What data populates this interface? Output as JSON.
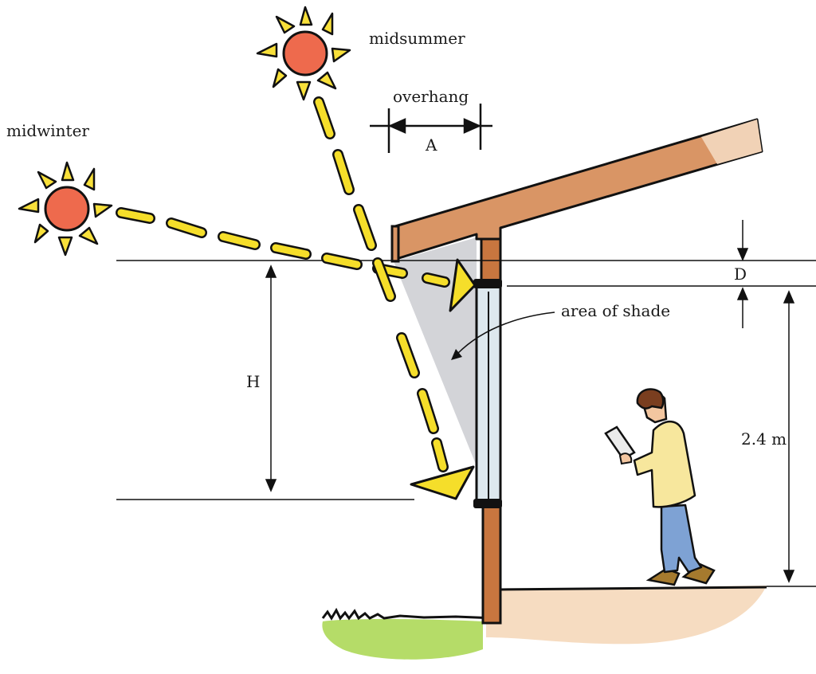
{
  "labels": {
    "midsummer": "midsummer",
    "midwinter": "midwinter",
    "overhang": "overhang",
    "a": "A",
    "d": "D",
    "h": "H",
    "shade": "area of shade",
    "height": "2.4 m"
  },
  "colors": {
    "sun_fill": "#ee6a4d",
    "sun_ray": "#f8e03a",
    "beam": "#f5de2a",
    "roof": "#d99565",
    "roof_light": "#f1d2b6",
    "wall": "#c8763f",
    "shade": "#d3d4d8",
    "window": "#dde8ee",
    "ground": "#f6dcc1",
    "grass": "#a9d35b",
    "jacket": "#f7e79d",
    "jeans": "#7ea2d4",
    "hair": "#7a3e1f",
    "skin": "#f3c6a0",
    "boots": "#a57a2e"
  }
}
